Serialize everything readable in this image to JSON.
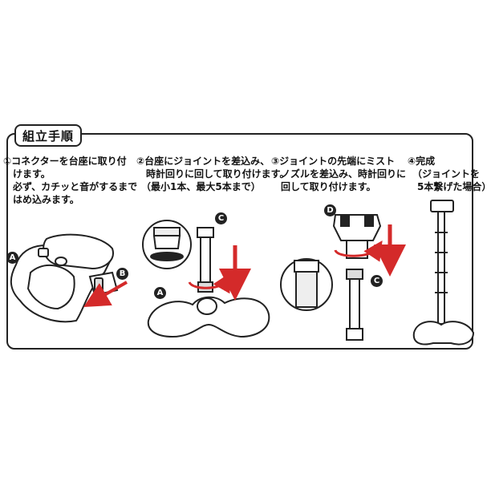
{
  "title": "組立手順",
  "steps": [
    {
      "text": "①コネクターを台座に取り付\n　けます。\n　必ず、カチッと音がするまで\n　はめ込みます。"
    },
    {
      "text": "②台座にジョイントを差込み、\n　時計回りに回して取り付けます。\n　（最小1本、最大5本まで）"
    },
    {
      "text": "③ジョイントの先端にミスト\n　ノズルを差込み、時計回りに\n　回して取り付けます。"
    },
    {
      "text": "④完成\n　（ジョイントを\n　5本繋げた場合）"
    }
  ],
  "callouts": {
    "a": "A",
    "b": "B",
    "c": "C",
    "d": "D"
  },
  "colors": {
    "arrow": "#d42a2a",
    "line": "#222222"
  }
}
